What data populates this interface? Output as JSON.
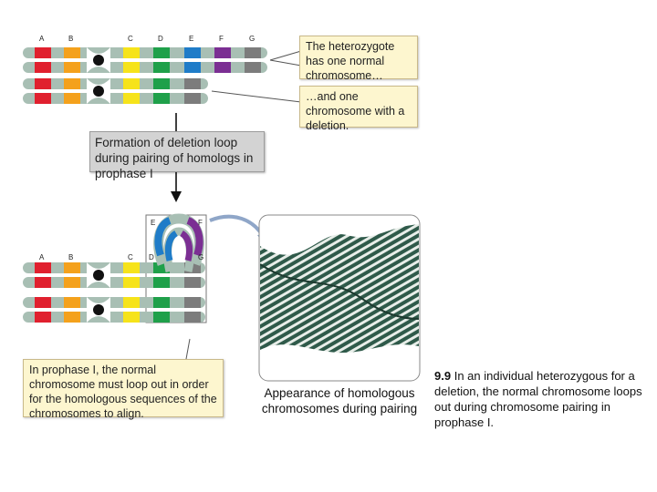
{
  "gene_labels": {
    "a": "A",
    "b": "B",
    "c": "C",
    "d": "D",
    "e": "E",
    "f": "F",
    "g": "G"
  },
  "callouts": {
    "top": "The heterozygote has one normal chromosome…",
    "second": "…and one chromosome with a deletion.",
    "bottom": "In prophase I, the normal chromosome must loop out in order for the homologous sequences of the chromosomes to align."
  },
  "step_box": "Formation of deletion loop during pairing of homologs in prophase I",
  "photo_caption": "Appearance of homologous chromosomes during pairing",
  "figure_caption": {
    "number": "9.9",
    "text": "In an individual heterozygous for a deletion, the normal chromosome loops out during chromosome pairing in prophase I."
  },
  "colors": {
    "A": "#e0202e",
    "B": "#f4a11c",
    "C": "#f6e31a",
    "D": "#1fa04a",
    "E": "#1f7cc8",
    "F": "#7b2f93",
    "G": "#7c7c7c",
    "chromosome": "#a8bfb4",
    "centromere": "#111111"
  }
}
